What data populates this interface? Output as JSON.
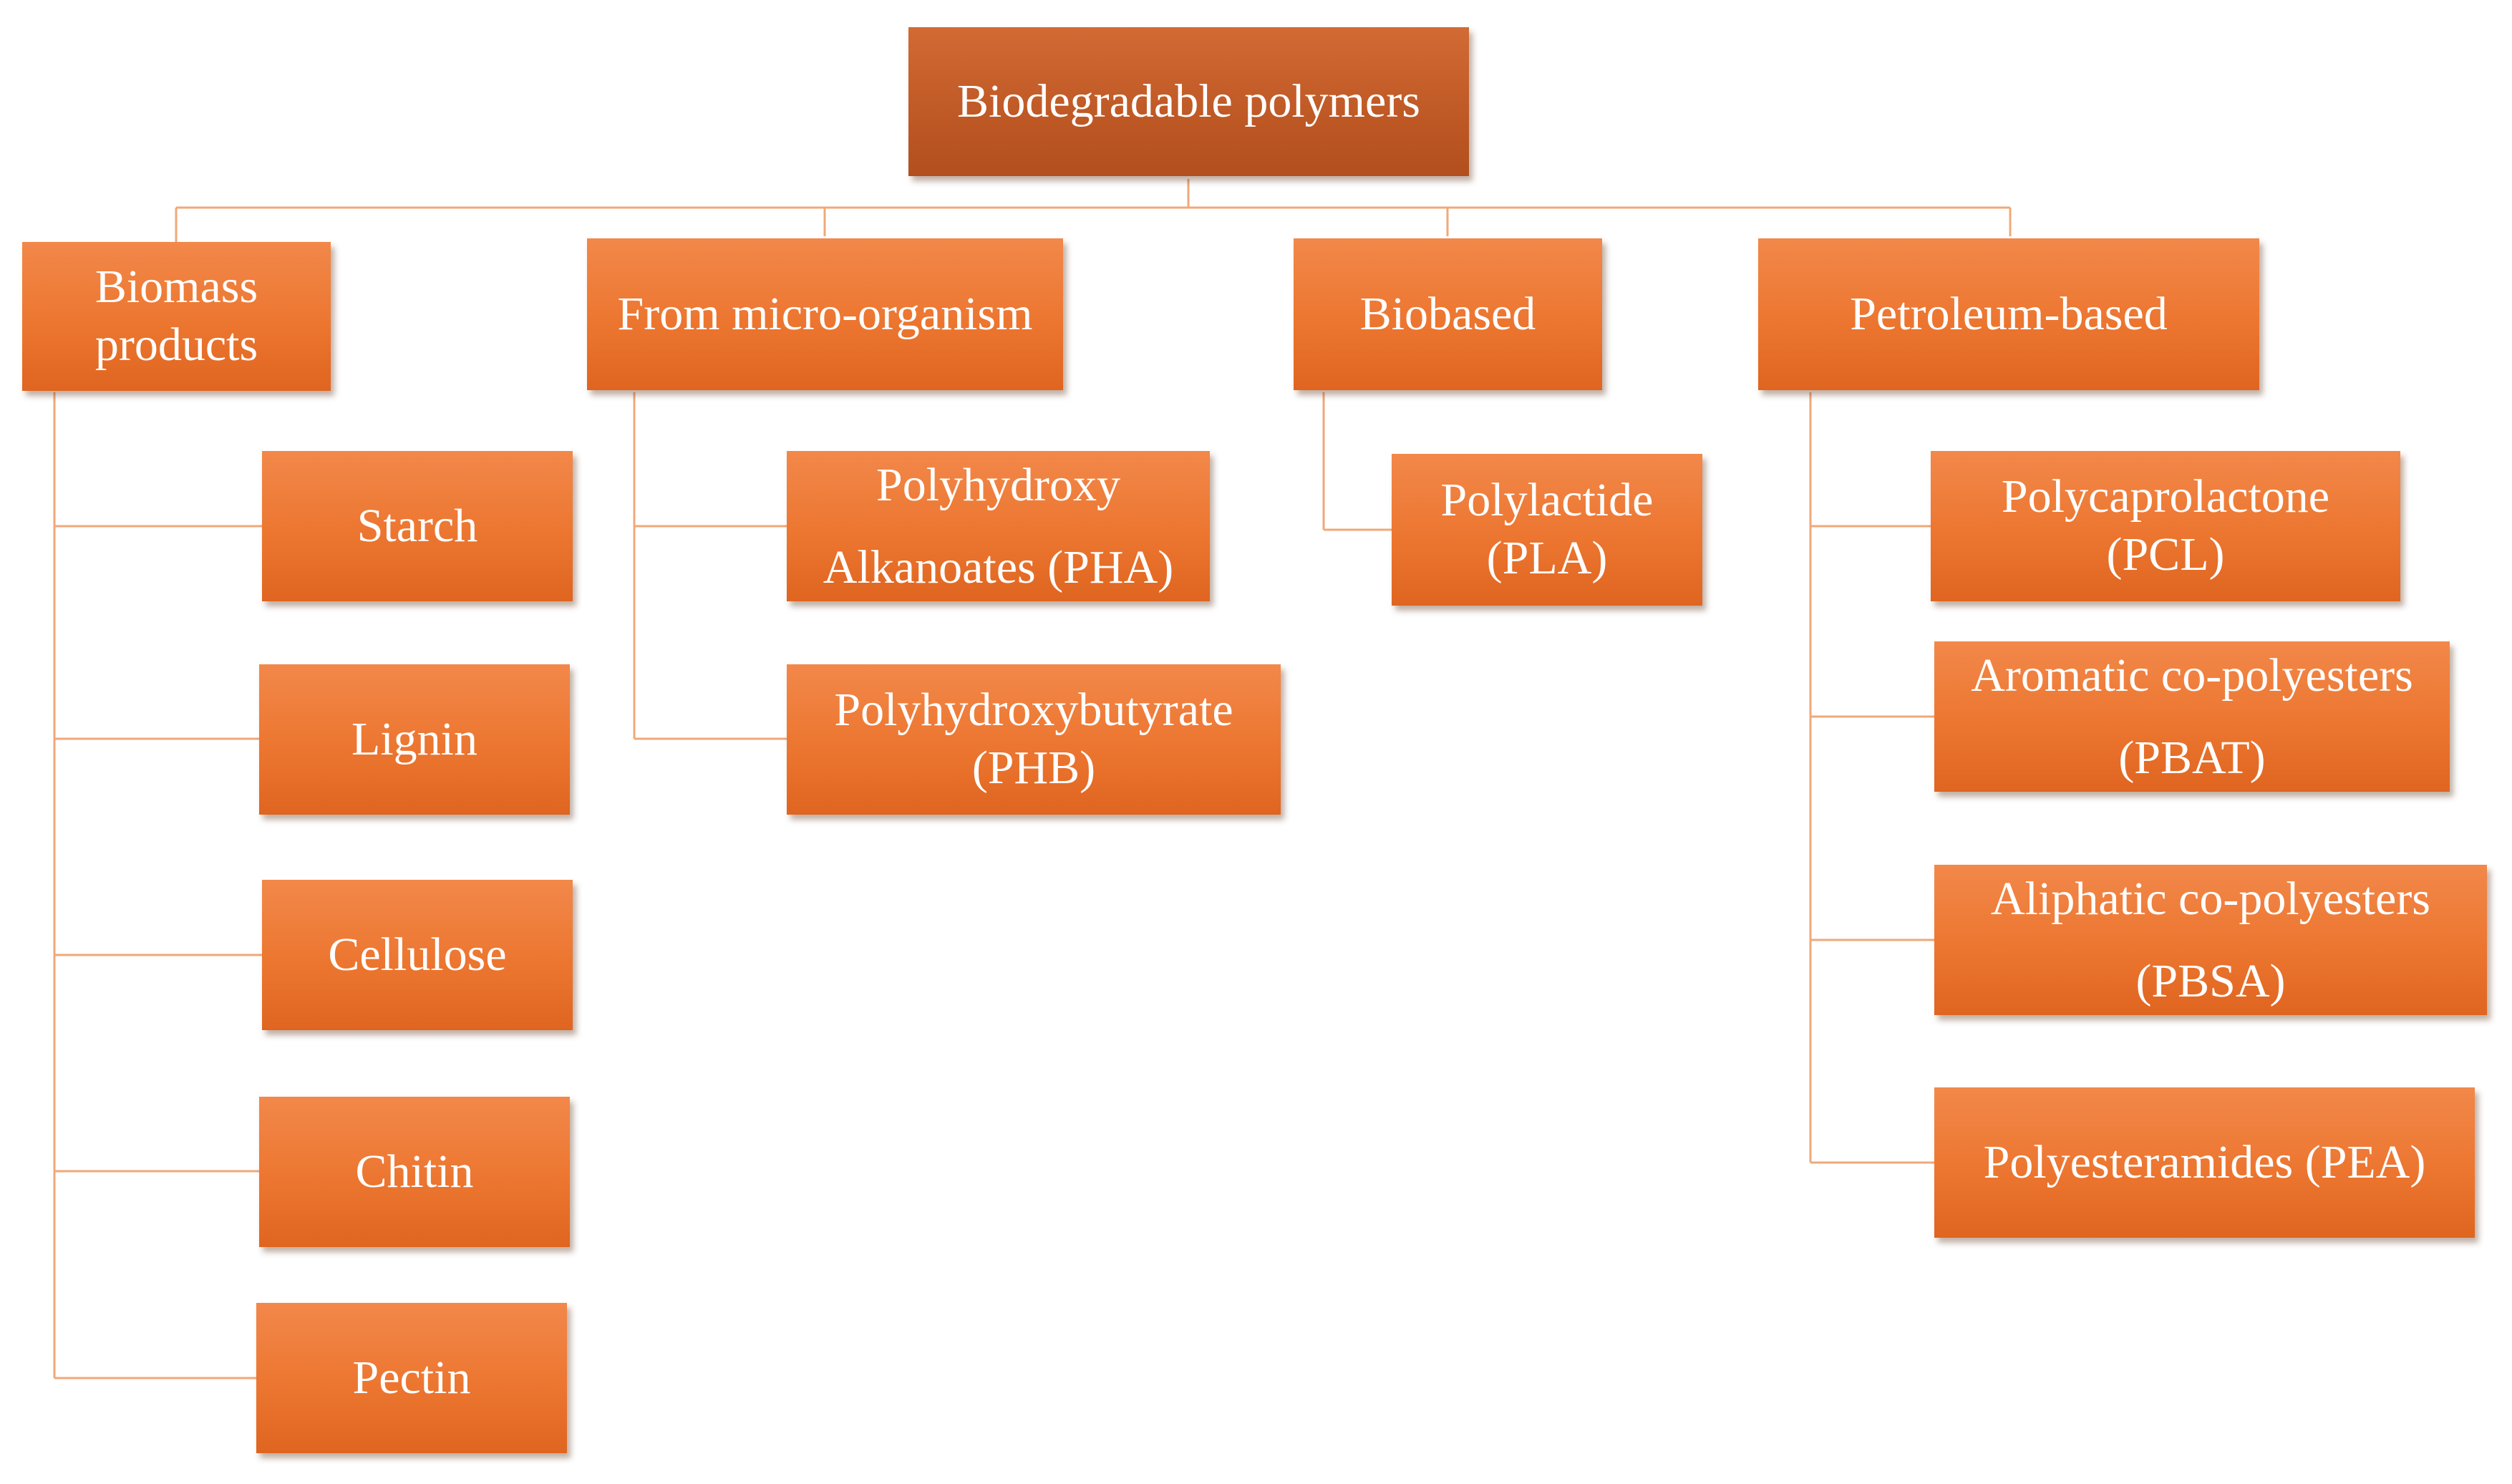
{
  "diagram": {
    "root": "Biodegradable polymers",
    "categories": [
      {
        "label": "Biomass\nproducts",
        "children": [
          "Starch",
          "Lignin",
          "Cellulose",
          "Chitin",
          "Pectin"
        ]
      },
      {
        "label": "From micro-organism",
        "children": [
          "Polyhydroxy\nAlkanoates (PHA)",
          "Polyhydroxybutyrate\n(PHB)"
        ]
      },
      {
        "label": "Biobased",
        "children": [
          "Polylactide\n(PLA)"
        ]
      },
      {
        "label": "Petroleum-based",
        "children": [
          "Polycaprolactone\n(PCL)",
          "Aromatic co-polyesters\n(PBAT)",
          "Aliphatic co-polyesters\n(PBSA)",
          "Polyesteramides (PEA)"
        ]
      }
    ]
  },
  "colors": {
    "box_fill": "#ec7630",
    "root_fill": "#c05a26",
    "connector": "#f0a878",
    "text": "#ffffff",
    "background": "#ffffff"
  }
}
